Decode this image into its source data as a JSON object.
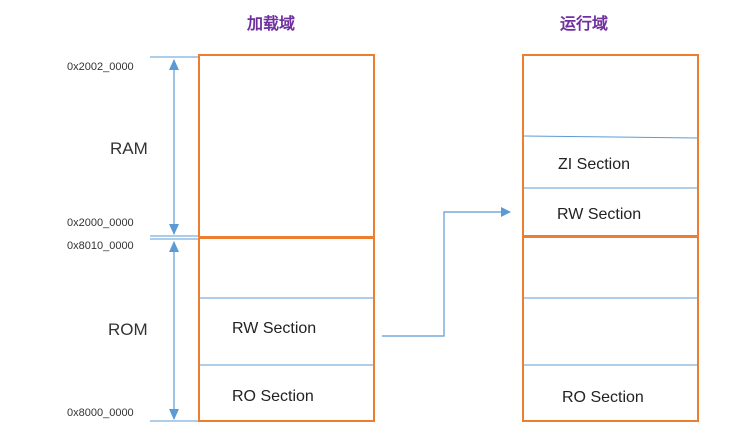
{
  "titles": {
    "load": "加载域",
    "run": "运行域"
  },
  "addresses": {
    "ram_top": "0x2002_0000",
    "ram_bottom": "0x2000_0000",
    "rom_top": "0x8010_0000",
    "rom_bottom": "0x8000_0000"
  },
  "regions": {
    "ram": "RAM",
    "rom": "ROM"
  },
  "load_sections": {
    "rw": "RW Section",
    "ro": "RO Section"
  },
  "run_sections": {
    "zi": "ZI Section",
    "rw": "RW Section",
    "ro": "RO Section"
  },
  "colors": {
    "box_border": "#ed7d31",
    "divider": "#5b9bd5",
    "arrow": "#5b9bd5",
    "title": "#7030a0"
  }
}
